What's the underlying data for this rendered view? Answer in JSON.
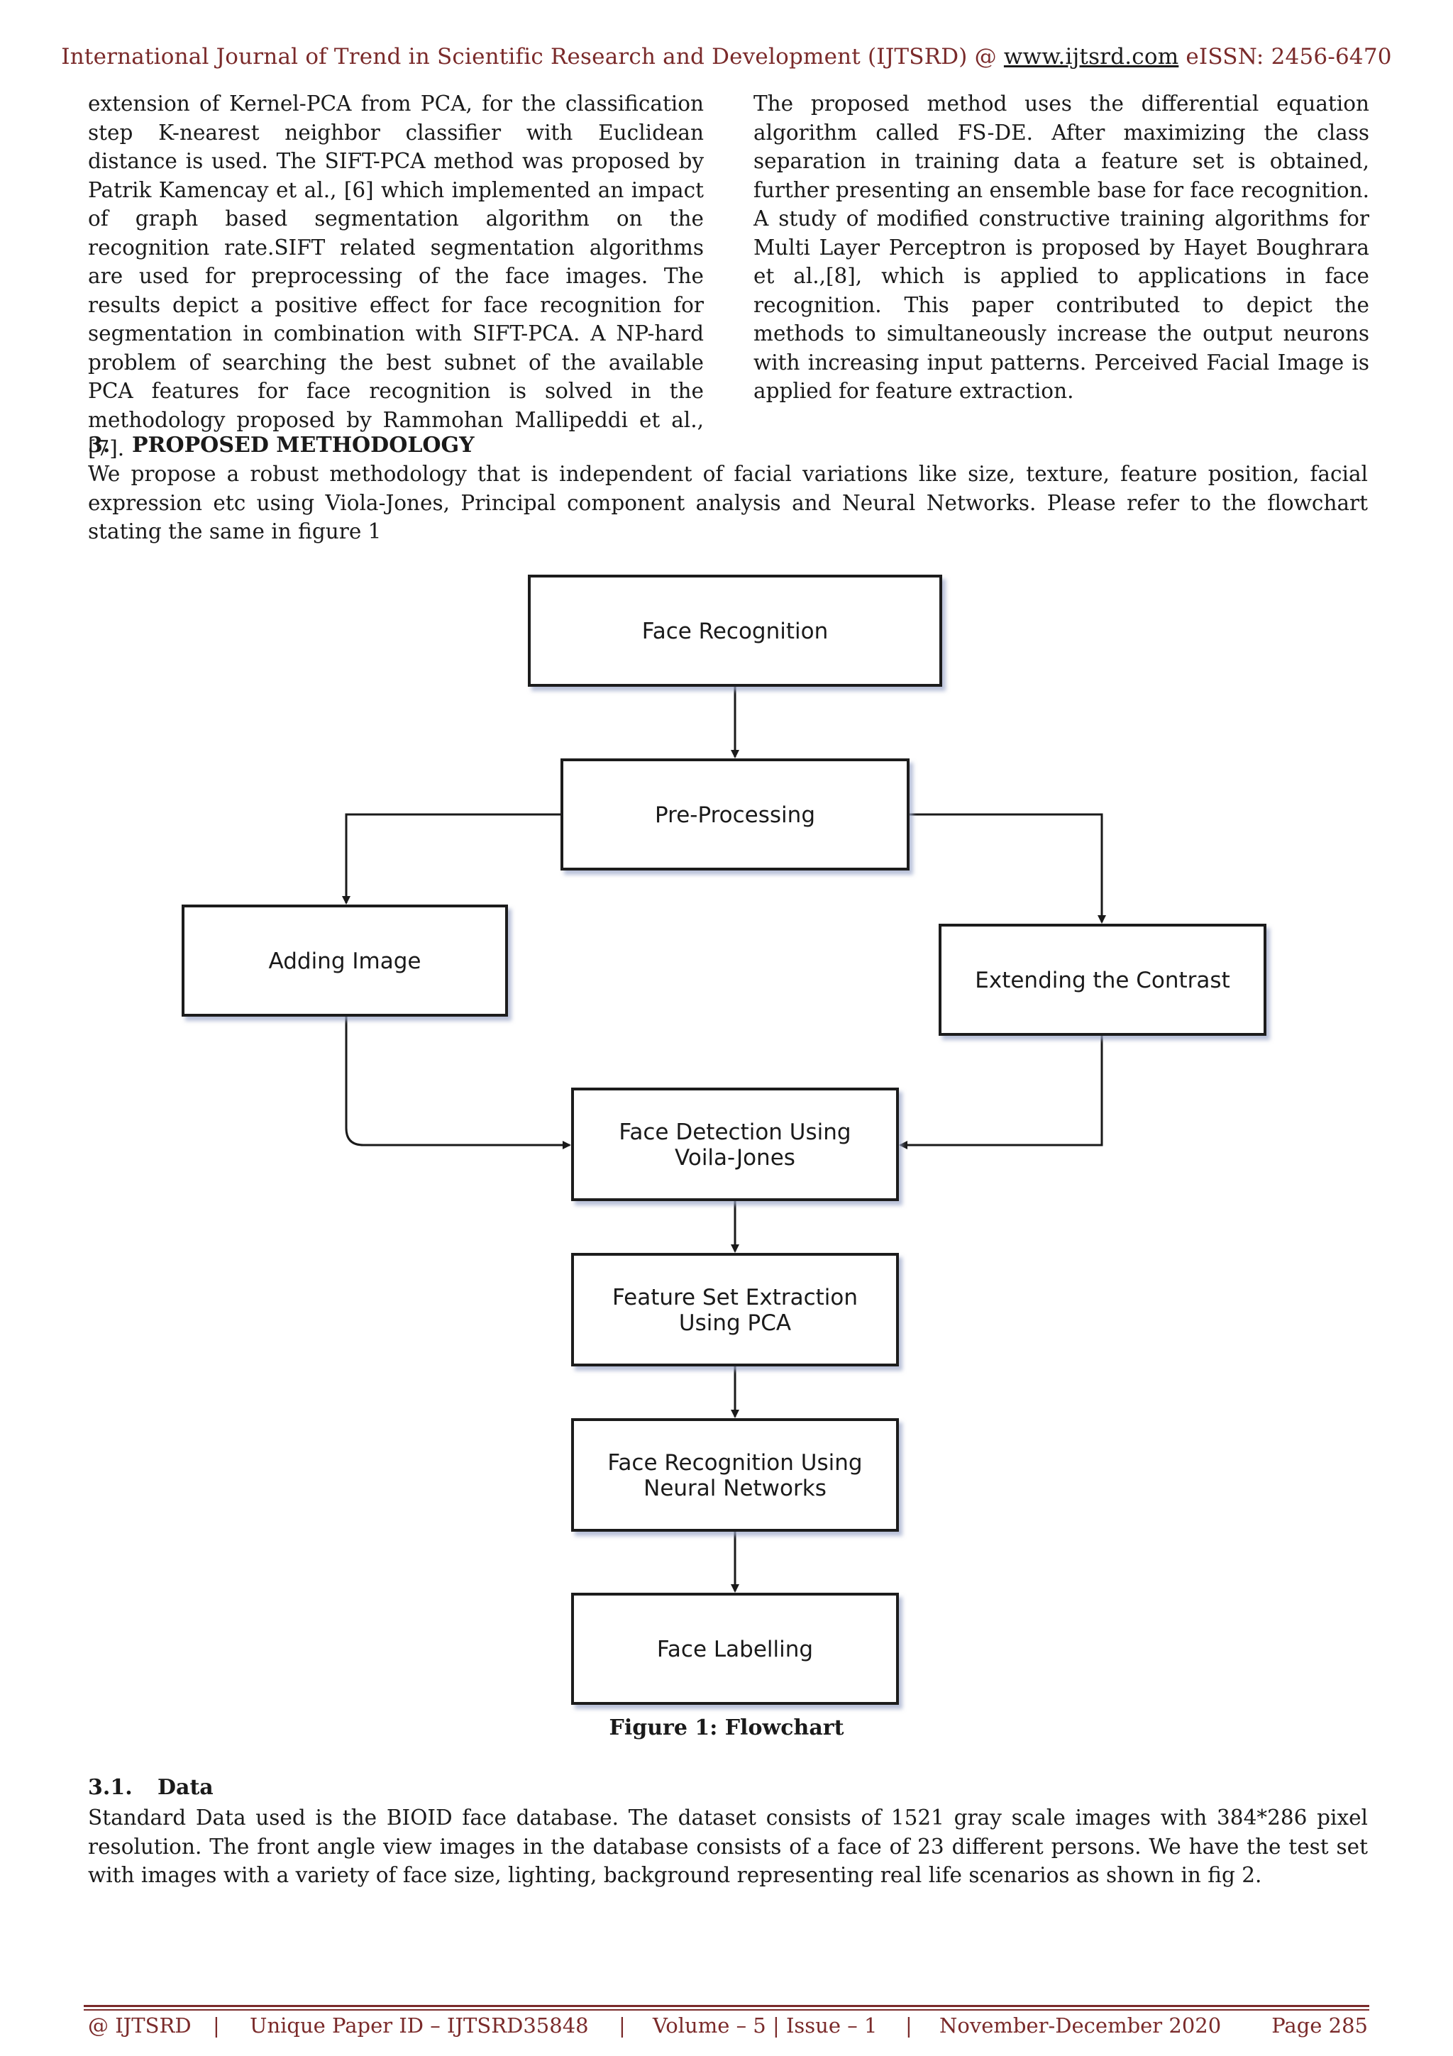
{
  "header": {
    "journal": "International Journal of Trend in Scientific Research and Development (IJTSRD) @",
    "website": "www.ijtsrd.com",
    "issn": "eISSN: 2456-6470"
  },
  "left_column": [
    "extension of Kernel-PCA from PCA, for the classification step K-nearest neighbor classifier with Euclidean distance is used. The SIFT-PCA method was proposed by Patrik Kamencay et al., [6] which implemented an impact of graph based segmentation algorithm on the recognition rate.SIFT related segmentation algorithms are used for preprocessing of the face images. The results depict a positive effect for face recognition for segmentation in combination with SIFT-PCA. A NP-hard problem of searching the best subnet of the available PCA features for face recognition is solved in the methodology proposed by Rammohan Mallipeddi et al.,[7]."
  ],
  "right_column": [
    "The proposed method uses the differential equation algorithm called FS-DE. After maximizing the class separation in training data a feature set is obtained, further presenting an ensemble base for face recognition. A study of modified constructive training algorithms for Multi Layer Perceptron is proposed by Hayet Boughrara et al.,[8], which is applied to applications in face recognition. This paper contributed to depict the methods to simultaneously increase the output neurons with increasing input patterns. Perceived Facial Image is applied for feature extraction."
  ],
  "section3": {
    "number": "3.",
    "title": "PROPOSED METHODOLOGY",
    "text": "We propose a robust methodology that is independent of facial variations like size, texture, feature position, facial expression etc using Viola-Jones, Principal component analysis and Neural Networks. Please refer to the flowchart stating the same in figure 1"
  },
  "flowchart": {
    "nodes": {
      "face_recognition": [
        "Face Recognition"
      ],
      "pre_processing": [
        "Pre-Processing"
      ],
      "adding_image": [
        "Adding Image"
      ],
      "extending_contrast": [
        "Extending the Contrast"
      ],
      "face_detection": [
        "Face Detection Using",
        "Voila-Jones"
      ],
      "feature_extraction": [
        "Feature Set Extraction",
        "Using PCA"
      ],
      "neural_networks": [
        "Face Recognition Using",
        "Neural Networks"
      ],
      "face_labelling": [
        "Face Labelling"
      ]
    },
    "edges": [
      [
        "face_recognition",
        "pre_processing"
      ],
      [
        "pre_processing",
        "adding_image"
      ],
      [
        "pre_processing",
        "extending_contrast"
      ],
      [
        "adding_image",
        "face_detection"
      ],
      [
        "extending_contrast",
        "face_detection"
      ],
      [
        "face_detection",
        "feature_extraction"
      ],
      [
        "feature_extraction",
        "neural_networks"
      ],
      [
        "neural_networks",
        "face_labelling"
      ]
    ],
    "caption": "Figure 1: Flowchart"
  },
  "section3_1": {
    "number": "3.1.",
    "title": "Data",
    "text": "Standard Data used is the BIOID face database. The dataset consists of 1521 gray scale images with 384*286 pixel resolution. The front angle view images in the database consists of a face of 23 different persons. We have the test set with images with a variety of face size, lighting, background representing real life scenarios as shown in fig 2."
  },
  "footer": {
    "left": "@ IJTSRD",
    "sep1": "|",
    "paper_id": "Unique Paper ID – IJTSRD35848",
    "sep2": "|",
    "volume": "Volume – 5 | Issue – 1",
    "sep3": "|",
    "date": "November-December 2020",
    "page": "Page 285"
  }
}
